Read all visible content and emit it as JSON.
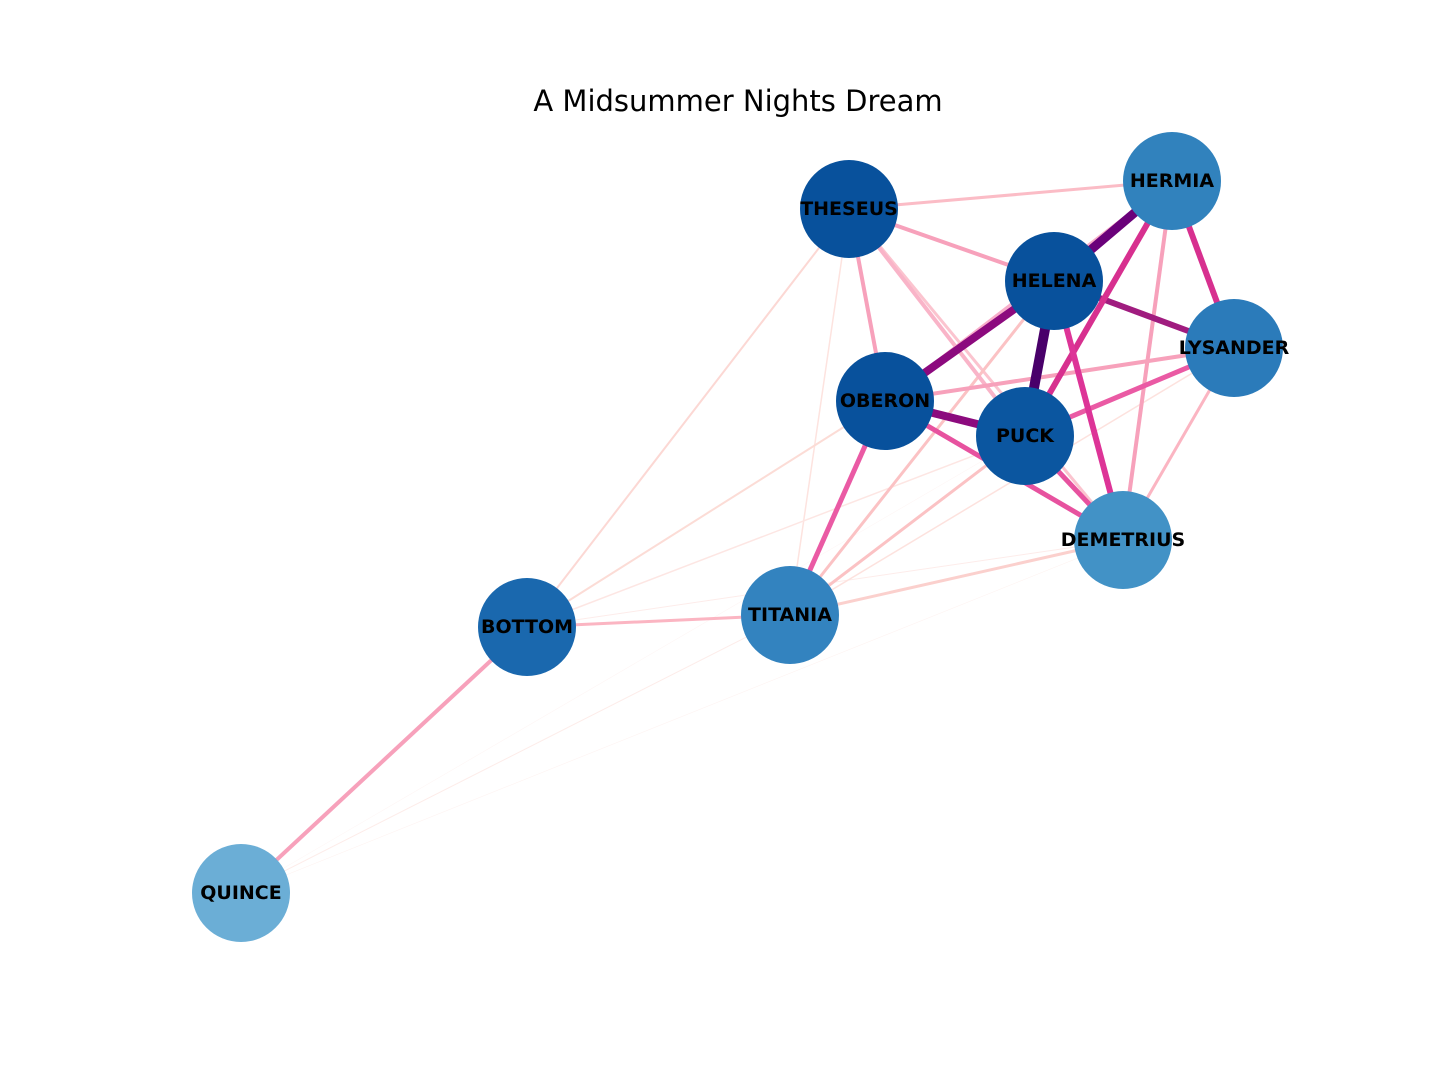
{
  "title": "A Midsummer Nights Dream",
  "nodes": [
    {
      "id": "THESEUS",
      "label": "THESEUS",
      "color": "#08519c"
    },
    {
      "id": "HERMIA",
      "label": "HERMIA",
      "color": "#3182bd"
    },
    {
      "id": "HELENA",
      "label": "HELENA",
      "color": "#08519c"
    },
    {
      "id": "LYSANDER",
      "label": "LYSANDER",
      "color": "#2b7bba"
    },
    {
      "id": "OBERON",
      "label": "OBERON",
      "color": "#08519c"
    },
    {
      "id": "PUCK",
      "label": "PUCK",
      "color": "#0b56a0"
    },
    {
      "id": "DEMETRIUS",
      "label": "DEMETRIUS",
      "color": "#4292c6"
    },
    {
      "id": "BOTTOM",
      "label": "BOTTOM",
      "color": "#1a68ae"
    },
    {
      "id": "TITANIA",
      "label": "TITANIA",
      "color": "#3383bf"
    },
    {
      "id": "QUINCE",
      "label": "QUINCE",
      "color": "#6baed6"
    }
  ],
  "edges": [
    {
      "source": "HELENA",
      "target": "PUCK",
      "weight": 10,
      "color": "#49006a"
    },
    {
      "source": "HERMIA",
      "target": "HELENA",
      "weight": 9,
      "color": "#6a017a"
    },
    {
      "source": "HELENA",
      "target": "OBERON",
      "weight": 8,
      "color": "#8c0a7e"
    },
    {
      "source": "OBERON",
      "target": "PUCK",
      "weight": 8,
      "color": "#8c0a7e"
    },
    {
      "source": "HELENA",
      "target": "LYSANDER",
      "weight": 6,
      "color": "#a01c7f"
    },
    {
      "source": "HERMIA",
      "target": "PUCK",
      "weight": 6,
      "color": "#d7308f"
    },
    {
      "source": "HERMIA",
      "target": "LYSANDER",
      "weight": 6,
      "color": "#d7308f"
    },
    {
      "source": "HELENA",
      "target": "DEMETRIUS",
      "weight": 6,
      "color": "#dd3497"
    },
    {
      "source": "OBERON",
      "target": "DEMETRIUS",
      "weight": 5,
      "color": "#e7529f"
    },
    {
      "source": "OBERON",
      "target": "TITANIA",
      "weight": 5,
      "color": "#ea5aa4"
    },
    {
      "source": "LYSANDER",
      "target": "PUCK",
      "weight": 5,
      "color": "#ea5aa4"
    },
    {
      "source": "PUCK",
      "target": "DEMETRIUS",
      "weight": 5,
      "color": "#e7529f"
    },
    {
      "source": "THESEUS",
      "target": "HELENA",
      "weight": 4,
      "color": "#f7a1bb"
    },
    {
      "source": "THESEUS",
      "target": "OBERON",
      "weight": 4,
      "color": "#f7a1bb"
    },
    {
      "source": "THESEUS",
      "target": "PUCK",
      "weight": 4,
      "color": "#f9b4c8"
    },
    {
      "source": "OBERON",
      "target": "LYSANDER",
      "weight": 4,
      "color": "#f7a1bb"
    },
    {
      "source": "HERMIA",
      "target": "DEMETRIUS",
      "weight": 4,
      "color": "#f7a1bb"
    },
    {
      "source": "BOTTOM",
      "target": "QUINCE",
      "weight": 4,
      "color": "#f7a1bb"
    },
    {
      "source": "THESEUS",
      "target": "HERMIA",
      "weight": 3,
      "color": "#fbbcc6"
    },
    {
      "source": "THESEUS",
      "target": "DEMETRIUS",
      "weight": 3,
      "color": "#fbc4cf"
    },
    {
      "source": "HERMIA",
      "target": "OBERON",
      "weight": 3,
      "color": "#f8aeca"
    },
    {
      "source": "LYSANDER",
      "target": "DEMETRIUS",
      "weight": 3,
      "color": "#fbb5c2"
    },
    {
      "source": "BOTTOM",
      "target": "TITANIA",
      "weight": 3,
      "color": "#fbb5c2"
    },
    {
      "source": "HELENA",
      "target": "TITANIA",
      "weight": 3,
      "color": "#fbc2c4"
    },
    {
      "source": "PUCK",
      "target": "TITANIA",
      "weight": 3,
      "color": "#fbc2c4"
    },
    {
      "source": "TITANIA",
      "target": "DEMETRIUS",
      "weight": 3,
      "color": "#fbd0cd"
    },
    {
      "source": "THESEUS",
      "target": "BOTTOM",
      "weight": 2,
      "color": "#fcd8d4"
    },
    {
      "source": "OBERON",
      "target": "BOTTOM",
      "weight": 2,
      "color": "#fcdcd6"
    },
    {
      "source": "THESEUS",
      "target": "TITANIA",
      "weight": 1.5,
      "color": "#fde3df"
    },
    {
      "source": "LYSANDER",
      "target": "TITANIA",
      "weight": 1.5,
      "color": "#fde2de"
    },
    {
      "source": "PUCK",
      "target": "BOTTOM",
      "weight": 1.5,
      "color": "#fde6e3"
    },
    {
      "source": "DEMETRIUS",
      "target": "BOTTOM",
      "weight": 1,
      "color": "#fdecea"
    },
    {
      "source": "TITANIA",
      "target": "QUINCE",
      "weight": 1,
      "color": "#fdece9"
    },
    {
      "source": "DEMETRIUS",
      "target": "QUINCE",
      "weight": 0.6,
      "color": "#fef3f1"
    },
    {
      "source": "PUCK",
      "target": "QUINCE",
      "weight": 0.6,
      "color": "#fef6f5"
    }
  ]
}
